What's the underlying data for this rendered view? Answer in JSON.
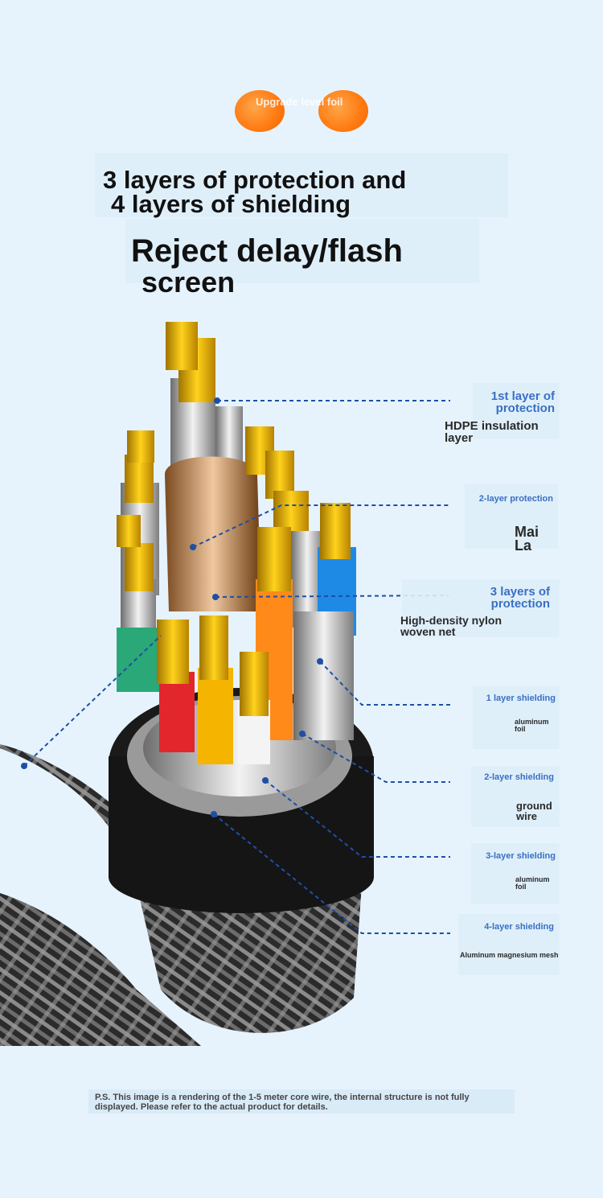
{
  "badge": {
    "text": "Upgrade level foil"
  },
  "headline": {
    "line1": "3 layers of protection and",
    "line2": "4 layers of shielding"
  },
  "subheadline": {
    "line1": "Reject delay/flash",
    "line2": "screen"
  },
  "callouts": [
    {
      "title": "1st layer of protection",
      "detail": "HDPE insulation layer"
    },
    {
      "title": "2-layer protection",
      "detail": "Mai La"
    },
    {
      "title": "3 layers of protection",
      "detail": "High-density nylon woven net"
    },
    {
      "title": "1 layer shielding",
      "detail": "aluminum foil"
    },
    {
      "title": "2-layer shielding",
      "detail": "ground wire"
    },
    {
      "title": "3-layer shielding",
      "detail": "aluminum foil"
    },
    {
      "title": "4-layer shielding",
      "detail": "Aluminum magnesium mesh"
    }
  ],
  "footnote": "P.S. This image is a rendering of the 1-5 meter core wire, the internal structure is not fully displayed. Please refer to the actual product for details.",
  "colors": {
    "background": "#e6f3fd",
    "accent_orange": "#ff7a10",
    "callout_blue": "#3a6fc3",
    "line_blue": "#1e4fa5"
  }
}
